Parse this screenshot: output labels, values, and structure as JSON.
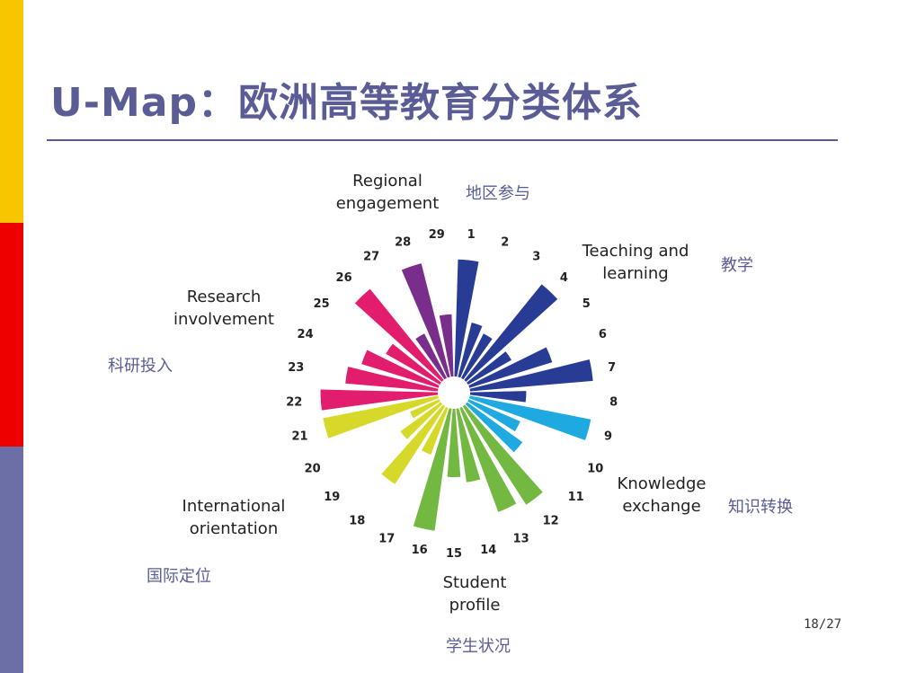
{
  "slide": {
    "title": "U-Map：欧洲高等教育分类体系",
    "page_number": "18/27"
  },
  "colors": {
    "title": "#5a5d95",
    "sidebar_yellow": "#f7c600",
    "sidebar_red": "#ee0000",
    "sidebar_blue": "#6b6fa6",
    "teaching": "#283c96",
    "knowledge": "#1ea9e1",
    "student": "#73b841",
    "international": "#d6d92a",
    "research": "#e21d6e",
    "regional": "#7a2e8c"
  },
  "dimensions": [
    {
      "key": "regional",
      "en": "Regional\nengagement",
      "cn": "地区参与"
    },
    {
      "key": "teaching",
      "en": "Teaching and\nlearning",
      "cn": "教学"
    },
    {
      "key": "knowledge",
      "en": "Knowledge\nexchange",
      "cn": "知识转换"
    },
    {
      "key": "student",
      "en": "Student\nprofile",
      "cn": "学生状况"
    },
    {
      "key": "international",
      "en": "International\norientation",
      "cn": "国际定位"
    },
    {
      "key": "research",
      "en": "Research\ninvolvement",
      "cn": "科研投入"
    }
  ],
  "chart_data": {
    "type": "radial-bar",
    "categories": [
      "1",
      "2",
      "3",
      "4",
      "5",
      "6",
      "7",
      "8",
      "9",
      "10",
      "11",
      "12",
      "13",
      "14",
      "15",
      "16",
      "17",
      "18",
      "19",
      "20",
      "21",
      "22",
      "23",
      "24",
      "25",
      "26",
      "27",
      "28",
      "29"
    ],
    "values": [
      0.9,
      0.4,
      0.35,
      0.95,
      0.35,
      0.65,
      0.95,
      0.4,
      0.95,
      0.4,
      0.5,
      0.9,
      0.85,
      0.55,
      0.5,
      0.95,
      0.35,
      0.7,
      0.35,
      0.2,
      0.9,
      0.9,
      0.7,
      0.6,
      0.45,
      0.9,
      0.35,
      0.9,
      0.45
    ],
    "groups": [
      "teaching",
      "teaching",
      "teaching",
      "teaching",
      "teaching",
      "teaching",
      "teaching",
      "teaching",
      "knowledge",
      "knowledge",
      "knowledge",
      "student",
      "student",
      "student",
      "student",
      "student",
      "international",
      "international",
      "international",
      "international",
      "international",
      "research",
      "research",
      "research",
      "research",
      "research",
      "regional",
      "regional",
      "regional"
    ]
  }
}
